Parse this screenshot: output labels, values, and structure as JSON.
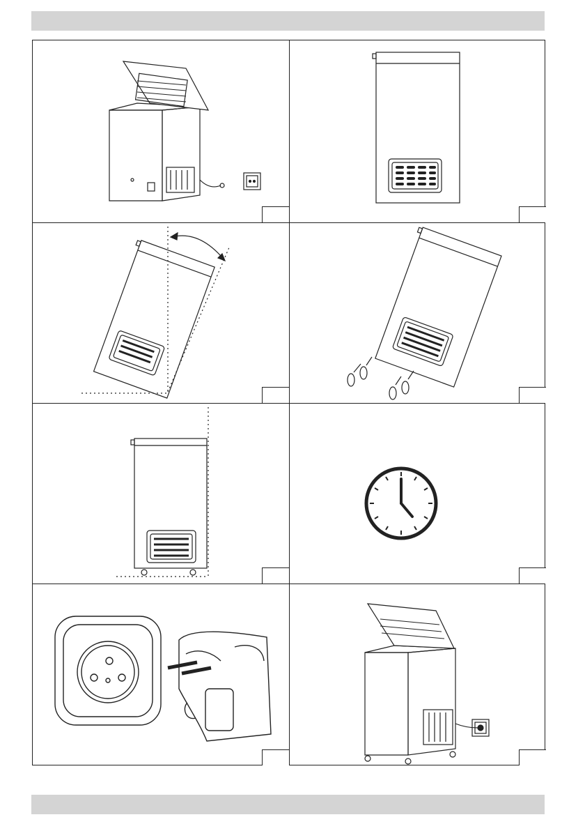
{
  "page": {
    "header_bar": "",
    "footer_bar": ""
  },
  "panels": [
    {
      "id": 1,
      "icon": "chest-freezer-open-icon",
      "caption": ""
    },
    {
      "id": 2,
      "icon": "freezer-side-view-icon",
      "caption": ""
    },
    {
      "id": 3,
      "icon": "freezer-tilt-icon",
      "caption": ""
    },
    {
      "id": 4,
      "icon": "wheels-attach-icon",
      "caption": ""
    },
    {
      "id": 5,
      "icon": "freezer-upright-wheels-icon",
      "caption": ""
    },
    {
      "id": 6,
      "icon": "clock-icon",
      "caption": ""
    },
    {
      "id": 7,
      "icon": "socket-plug-icon",
      "caption": ""
    },
    {
      "id": 8,
      "icon": "freezer-plugged-in-icon",
      "caption": ""
    }
  ]
}
